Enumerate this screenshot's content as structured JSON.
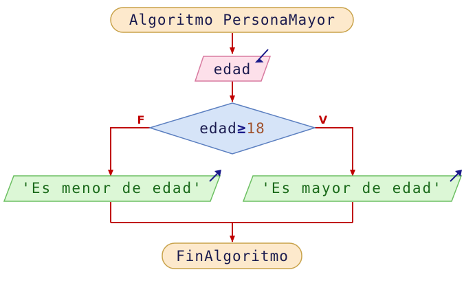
{
  "start": {
    "text": "Algoritmo PersonaMayor"
  },
  "input": {
    "text": "edad"
  },
  "decision": {
    "variable": "edad",
    "operator": "≥",
    "value": "18"
  },
  "branches": {
    "false_label": "F",
    "true_label": "V"
  },
  "output_false": {
    "text": "'Es menor de edad'"
  },
  "output_true": {
    "text": "'Es mayor de edad'"
  },
  "end": {
    "text": "FinAlgoritmo"
  },
  "colors": {
    "terminal_fill": "#fde9cc",
    "terminal_stroke": "#c8a24a",
    "input_fill": "#fde0ea",
    "input_stroke": "#d87aa0",
    "decision_fill": "#d6e4f8",
    "decision_stroke": "#5b7fc0",
    "output_fill": "#dcf7d6",
    "output_stroke": "#6cbf62",
    "arrow": "#c00000",
    "text": "#1a1a4e",
    "number": "#a0522d",
    "io_arrow": "#1a1a8a"
  }
}
